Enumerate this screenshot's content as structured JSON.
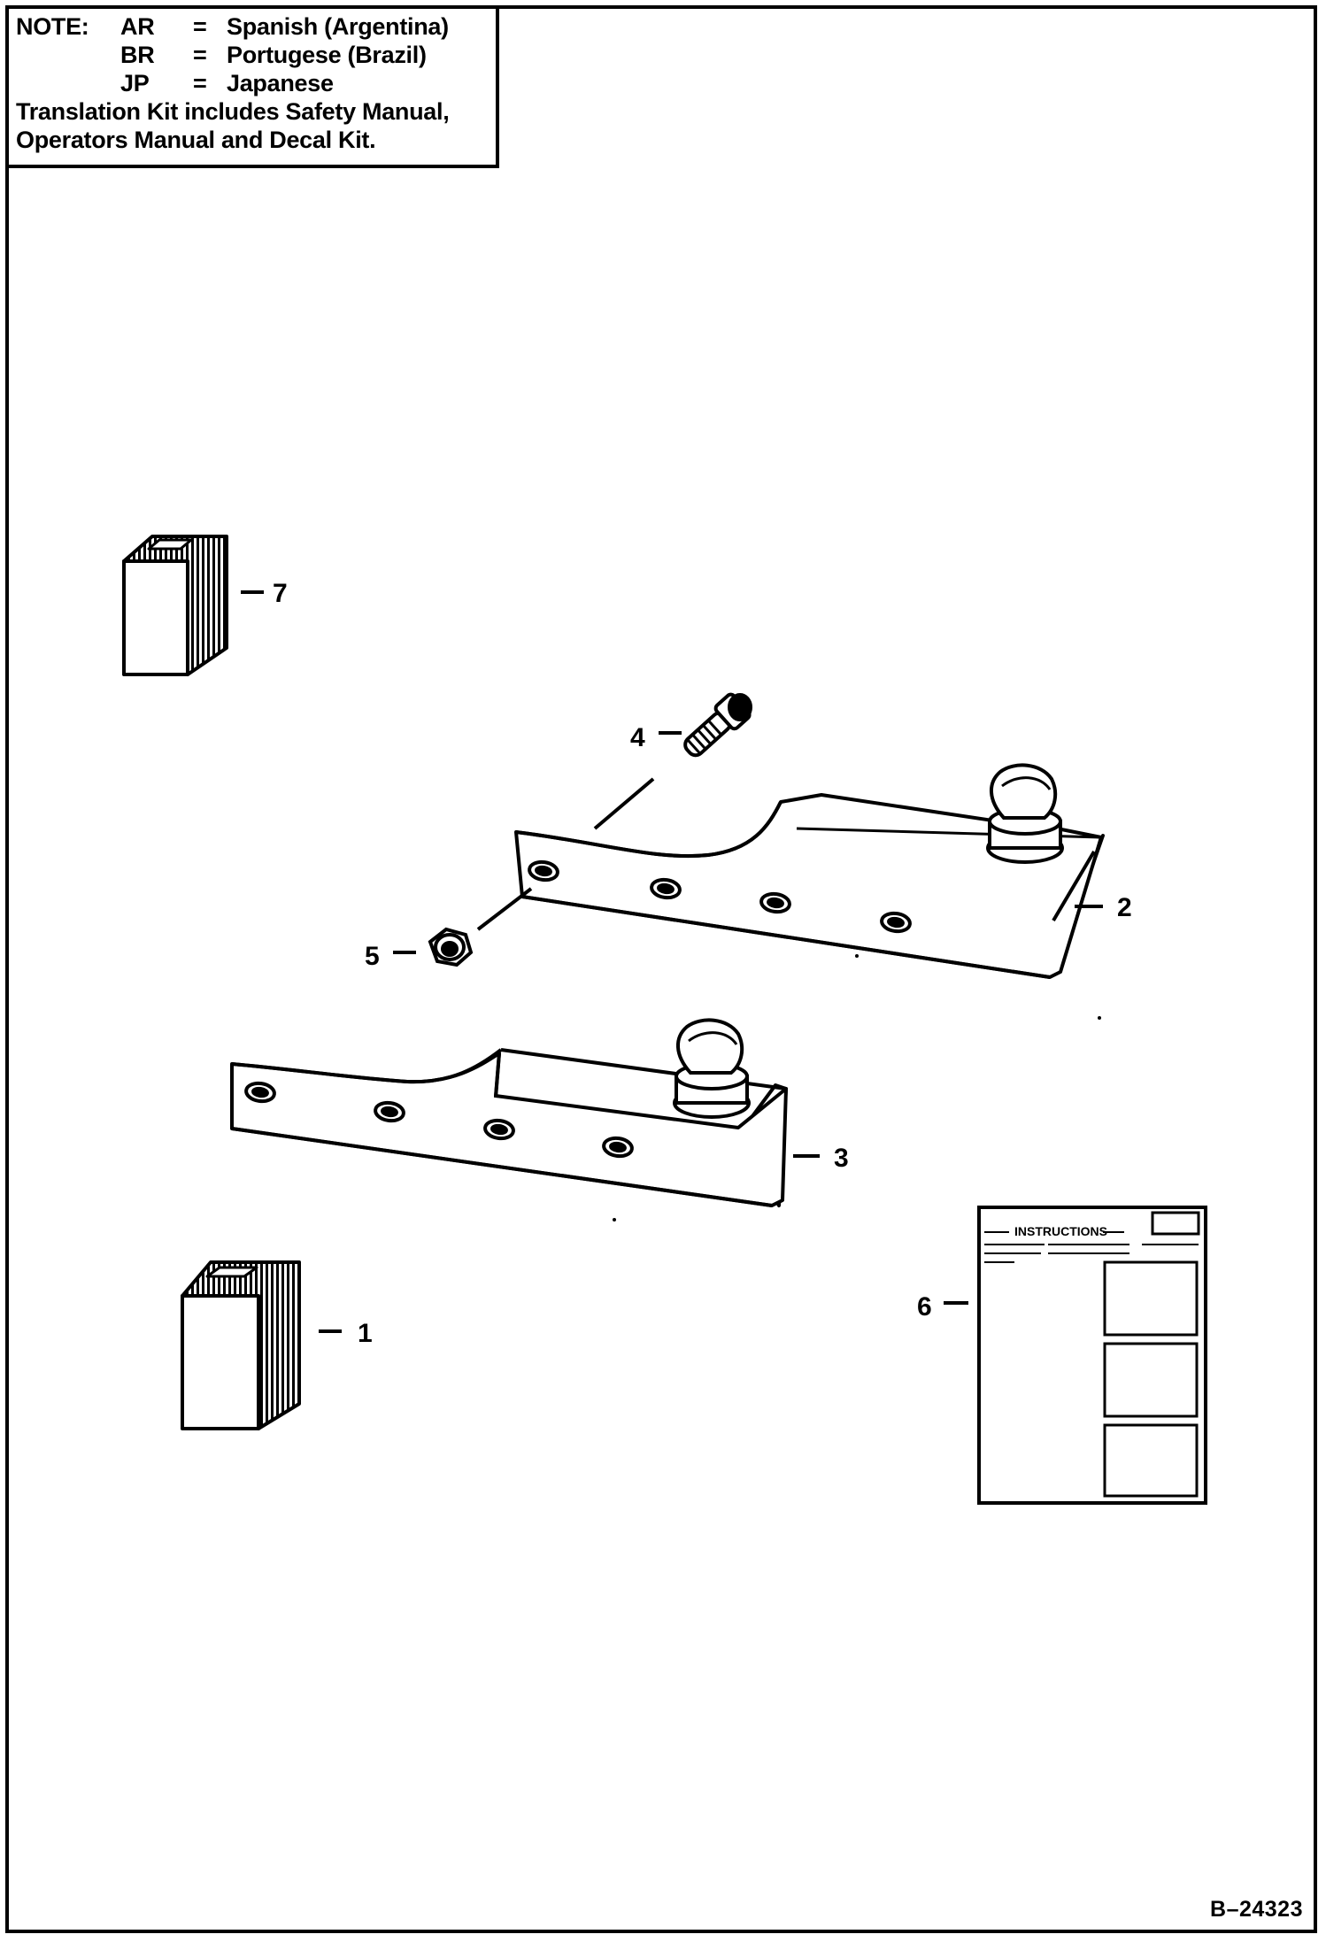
{
  "note": {
    "heading": "NOTE:",
    "codes": [
      {
        "code": "AR",
        "eq": "=",
        "language": "Spanish (Argentina)"
      },
      {
        "code": "BR",
        "eq": "=",
        "language": "Portugese (Brazil)"
      },
      {
        "code": "JP",
        "eq": "=",
        "language": "Japanese"
      }
    ],
    "kit_line_1": "Translation Kit includes Safety Manual,",
    "kit_line_2": "Operators Manual and Decal Kit."
  },
  "callouts": {
    "item_1": "1",
    "item_2": "2",
    "item_3": "3",
    "item_4": "4",
    "item_5": "5",
    "item_6": "6",
    "item_7": "7"
  },
  "instruction_sheet": {
    "title": "INSTRUCTIONS"
  },
  "figure_id": "B–24323",
  "colors": {
    "ink": "#000000",
    "paper": "#ffffff"
  }
}
